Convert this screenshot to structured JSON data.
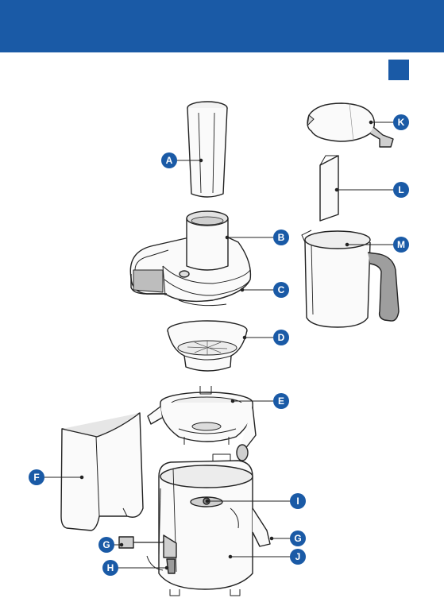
{
  "header": {
    "color": "#1a5aa6"
  },
  "labels": {
    "A": "A",
    "B": "B",
    "C": "C",
    "D": "D",
    "E": "E",
    "F": "F",
    "G": "G",
    "H": "H",
    "I": "I",
    "J": "J",
    "K": "K",
    "L": "L",
    "M": "M"
  }
}
